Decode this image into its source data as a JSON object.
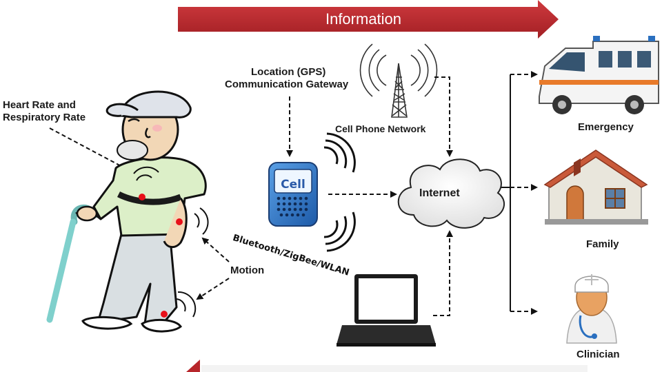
{
  "banner": {
    "top_label": "Information"
  },
  "labels": {
    "sensors_line1": "Heart Rate and",
    "sensors_line2": "Respiratory Rate",
    "gps_line1": "Location (GPS)",
    "gps_line2": "Communication Gateway",
    "cell_network": "Cell Phone Network",
    "phone_screen": "Cell",
    "wireless": "Bluetooth/ZigBee/WLAN",
    "internet": "Internet",
    "motion": "Motion",
    "emergency": "Emergency",
    "family": "Family",
    "clinician": "Clinician"
  },
  "colors": {
    "banner_red": "#b7262b",
    "cloud_fill": "#f2f2f2",
    "sensor_dot": "#e8101a",
    "phone_blue": "#2a6fbf",
    "shirt_green": "#dcefc8",
    "pants_grey": "#d9dfe2",
    "cane_teal": "#7fd0cc",
    "house_roof": "#c95a3a",
    "ambulance_stripe": "#e87a2a"
  }
}
